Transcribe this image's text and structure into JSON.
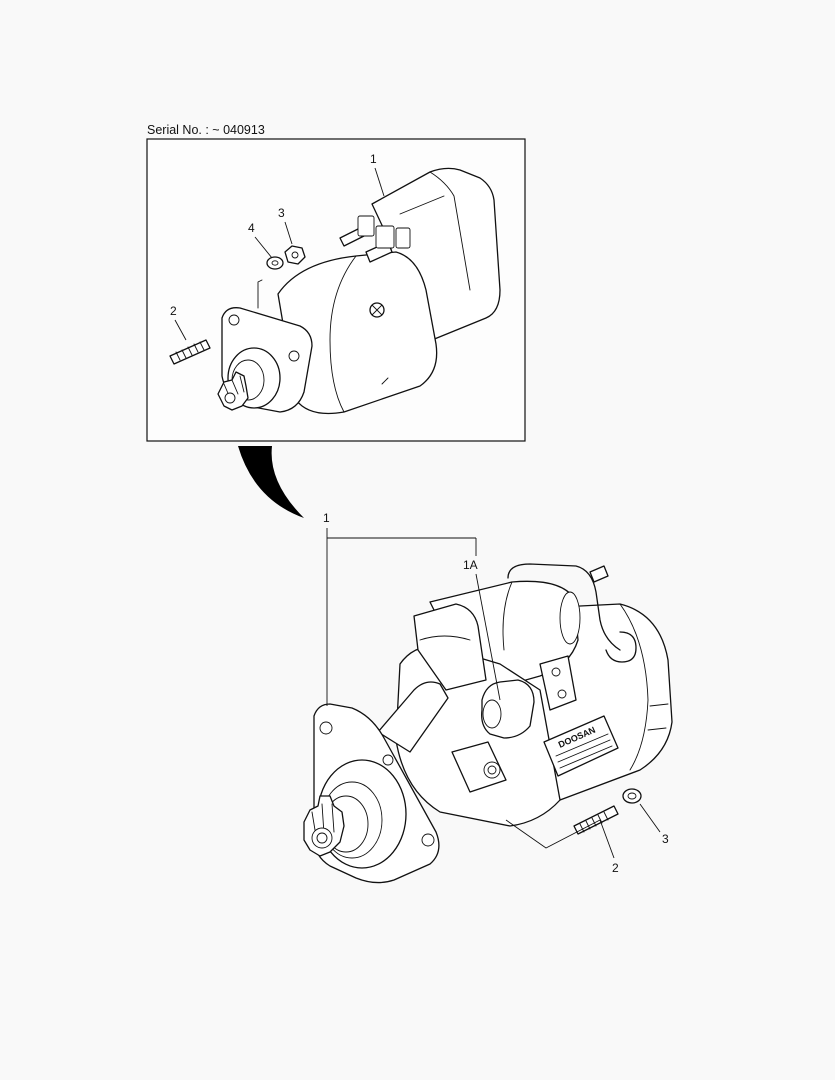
{
  "serial_label": "Serial No. : ~ 040913",
  "top_view": {
    "callouts": {
      "starter": "1",
      "stud": "2",
      "nut": "3",
      "washer": "4"
    }
  },
  "bottom_view": {
    "callouts": {
      "starter": "1",
      "solenoid": "1A",
      "stud": "2",
      "nut": "3"
    },
    "nameplate_brand": "DOOSAN"
  },
  "colors": {
    "line": "#111111",
    "background": "#f9f9f9",
    "arrow": "#000000"
  },
  "icons": {
    "transition_arrow": "curved-arrow-icon"
  }
}
